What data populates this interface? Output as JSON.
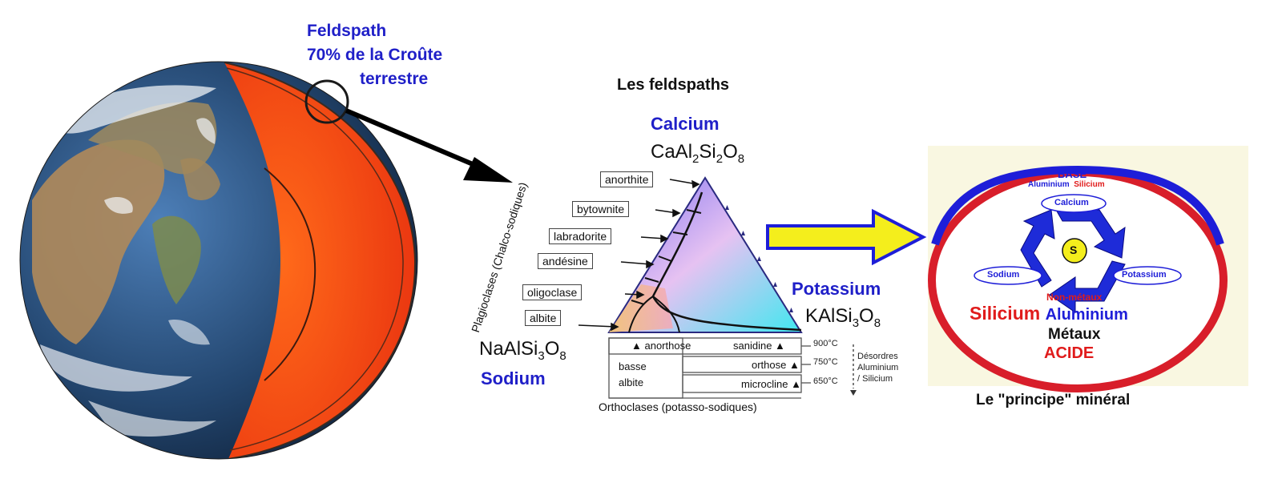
{
  "globe_note": {
    "line1": "Feldspath",
    "line2": "70% de la Croûte",
    "line3": "terrestre"
  },
  "ternary": {
    "title": "Les feldspaths",
    "top_element": "Calcium",
    "top_formula_main": "CaAl",
    "top_formula_sub1": "2",
    "top_formula_mid": "Si",
    "top_formula_sub2": "2",
    "top_formula_end": "O",
    "top_formula_sub3": "8",
    "right_element": "Potassium",
    "right_formula_main": "KAlSi",
    "right_formula_sub1": "3",
    "right_formula_end": "O",
    "right_formula_sub2": "8",
    "left_formula_main": "NaAlSi",
    "left_formula_sub1": "3",
    "left_formula_end": "O",
    "left_formula_sub2": "8",
    "left_element": "Sodium",
    "plagioclase_label": "Plagioclases (Chalco-sodiques)",
    "plagioclases": [
      "anorthite",
      "bytownite",
      "labradorite",
      "andésine",
      "oligoclase",
      "albite"
    ],
    "bottom": {
      "anorthose": "anorthose",
      "sanidine": "sanidine",
      "basse": "basse",
      "albite": "albite",
      "orthose": "orthose",
      "microcline": "microcline",
      "orthoclases": "Orthoclases (potasso-sodiques)"
    },
    "temperatures": [
      "900°C",
      "750°C",
      "650°C"
    ],
    "disorder_label": [
      "Désordres",
      "Aluminium",
      "/ Silicium"
    ]
  },
  "principle": {
    "base": "BASE",
    "aluminium_small": "Aluminium",
    "silicium_small": "Silicium",
    "calcium": "Calcium",
    "center_letter": "S",
    "sodium": "Sodium",
    "potassium": "Potassium",
    "non_metaux": "Non-métaux",
    "silicium_big": "Silicium",
    "aluminium_big": "Aluminium",
    "metaux": "Métaux",
    "acide": "ACIDE",
    "caption": "Le \"principe\" minéral"
  },
  "colors": {
    "blue_text": "#1f1fc8",
    "red_text": "#e01b1b",
    "ring_blue": "#1e1ed8",
    "ring_red": "#d81e2a",
    "arrow_yellow": "#f4ee1c",
    "mantle_red": "#f03a12"
  }
}
